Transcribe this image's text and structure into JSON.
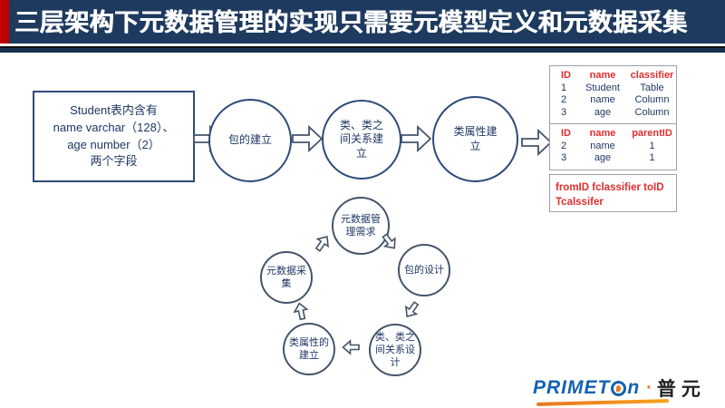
{
  "title": "三层架构下元数据管理的实现只需要元模型定义和元数据采集",
  "flow": {
    "source_box": {
      "lines": [
        "Student表内含有",
        "name varchar（128）、",
        "age number（2）",
        "两个字段"
      ]
    },
    "steps": [
      "包的建立",
      "类、类之间关系建立",
      "类属性建立"
    ]
  },
  "tables": [
    {
      "headers": [
        "ID",
        "name",
        "classifier"
      ],
      "rows": [
        [
          "1",
          "Student",
          "Table"
        ],
        [
          "2",
          "name",
          "Column"
        ],
        [
          "3",
          "age",
          "Column"
        ]
      ]
    },
    {
      "headers": [
        "ID",
        "name",
        "parentID"
      ],
      "rows": [
        [
          "2",
          "name",
          "1"
        ],
        [
          "3",
          "age",
          "1"
        ]
      ]
    },
    {
      "lines": [
        "fromID fclassifier  toID",
        "Tcalssifer"
      ]
    }
  ],
  "cycle": {
    "steps": [
      "元数据管理需求",
      "包的设计",
      "类、类之间关系设计",
      "类属性的建立",
      "元数据采集"
    ]
  },
  "logo": {
    "brand": "PRIMET",
    "brand_suffix": "n",
    "separator": "·",
    "cn": "普元"
  },
  "colors": {
    "header_bg": "#1e3a5f",
    "accent_red": "#c00000",
    "diagram_navy": "#1f3864",
    "table_header_red": "#e02e2e",
    "logo_blue": "#1462b0",
    "logo_orange": "#e87722"
  }
}
